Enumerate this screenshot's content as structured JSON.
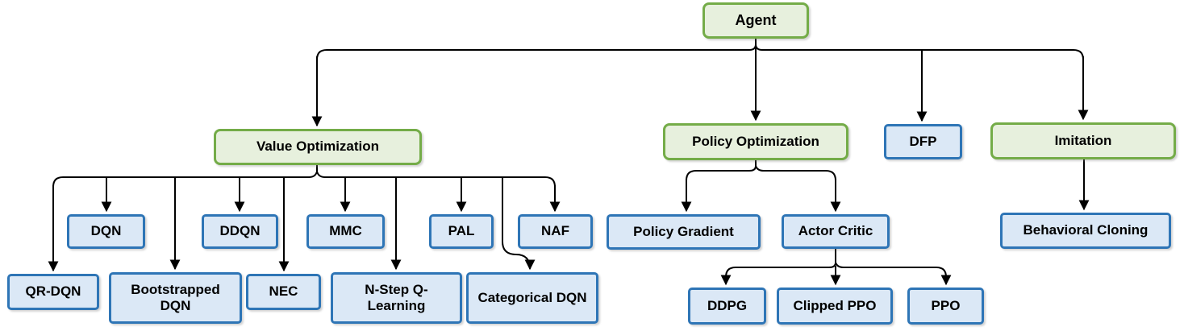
{
  "diagram_type": "hierarchy-tree",
  "colors": {
    "green_fill": "#e7f0dd",
    "green_border": "#74ac48",
    "blue_fill": "#dbe8f6",
    "blue_border": "#2e75b6",
    "line": "#000000"
  },
  "nodes": {
    "agent": {
      "label": "Agent",
      "style": "green"
    },
    "value_optimization": {
      "label": "Value Optimization",
      "style": "green"
    },
    "policy_optimization": {
      "label": "Policy Optimization",
      "style": "green"
    },
    "dfp": {
      "label": "DFP",
      "style": "blue"
    },
    "imitation": {
      "label": "Imitation",
      "style": "green"
    },
    "dqn": {
      "label": "DQN",
      "style": "blue"
    },
    "ddqn": {
      "label": "DDQN",
      "style": "blue"
    },
    "mmc": {
      "label": "MMC",
      "style": "blue"
    },
    "pal": {
      "label": "PAL",
      "style": "blue"
    },
    "naf": {
      "label": "NAF",
      "style": "blue"
    },
    "qr_dqn": {
      "label": "QR-DQN",
      "style": "blue"
    },
    "bootstrapped_dqn": {
      "label": "Bootstrapped DQN",
      "style": "blue"
    },
    "nec": {
      "label": "NEC",
      "style": "blue"
    },
    "n_step_q_learning": {
      "label": "N-Step Q-Learning",
      "style": "blue"
    },
    "categorical_dqn": {
      "label": "Categorical DQN",
      "style": "blue"
    },
    "policy_gradient": {
      "label": "Policy Gradient",
      "style": "blue"
    },
    "actor_critic": {
      "label": "Actor Critic",
      "style": "blue"
    },
    "behavioral_cloning": {
      "label": "Behavioral Cloning",
      "style": "blue"
    },
    "ddpg": {
      "label": "DDPG",
      "style": "blue"
    },
    "clipped_ppo": {
      "label": "Clipped PPO",
      "style": "blue"
    },
    "ppo": {
      "label": "PPO",
      "style": "blue"
    }
  },
  "edges": [
    {
      "from": "agent",
      "to": "value_optimization"
    },
    {
      "from": "agent",
      "to": "policy_optimization"
    },
    {
      "from": "agent",
      "to": "dfp"
    },
    {
      "from": "agent",
      "to": "imitation"
    },
    {
      "from": "value_optimization",
      "to": "qr_dqn"
    },
    {
      "from": "value_optimization",
      "to": "dqn"
    },
    {
      "from": "value_optimization",
      "to": "bootstrapped_dqn"
    },
    {
      "from": "value_optimization",
      "to": "ddqn"
    },
    {
      "from": "value_optimization",
      "to": "nec"
    },
    {
      "from": "value_optimization",
      "to": "mmc"
    },
    {
      "from": "value_optimization",
      "to": "n_step_q_learning"
    },
    {
      "from": "value_optimization",
      "to": "pal"
    },
    {
      "from": "value_optimization",
      "to": "categorical_dqn"
    },
    {
      "from": "value_optimization",
      "to": "naf"
    },
    {
      "from": "policy_optimization",
      "to": "policy_gradient"
    },
    {
      "from": "policy_optimization",
      "to": "actor_critic"
    },
    {
      "from": "actor_critic",
      "to": "ddpg"
    },
    {
      "from": "actor_critic",
      "to": "clipped_ppo"
    },
    {
      "from": "actor_critic",
      "to": "ppo"
    },
    {
      "from": "imitation",
      "to": "behavioral_cloning"
    }
  ]
}
